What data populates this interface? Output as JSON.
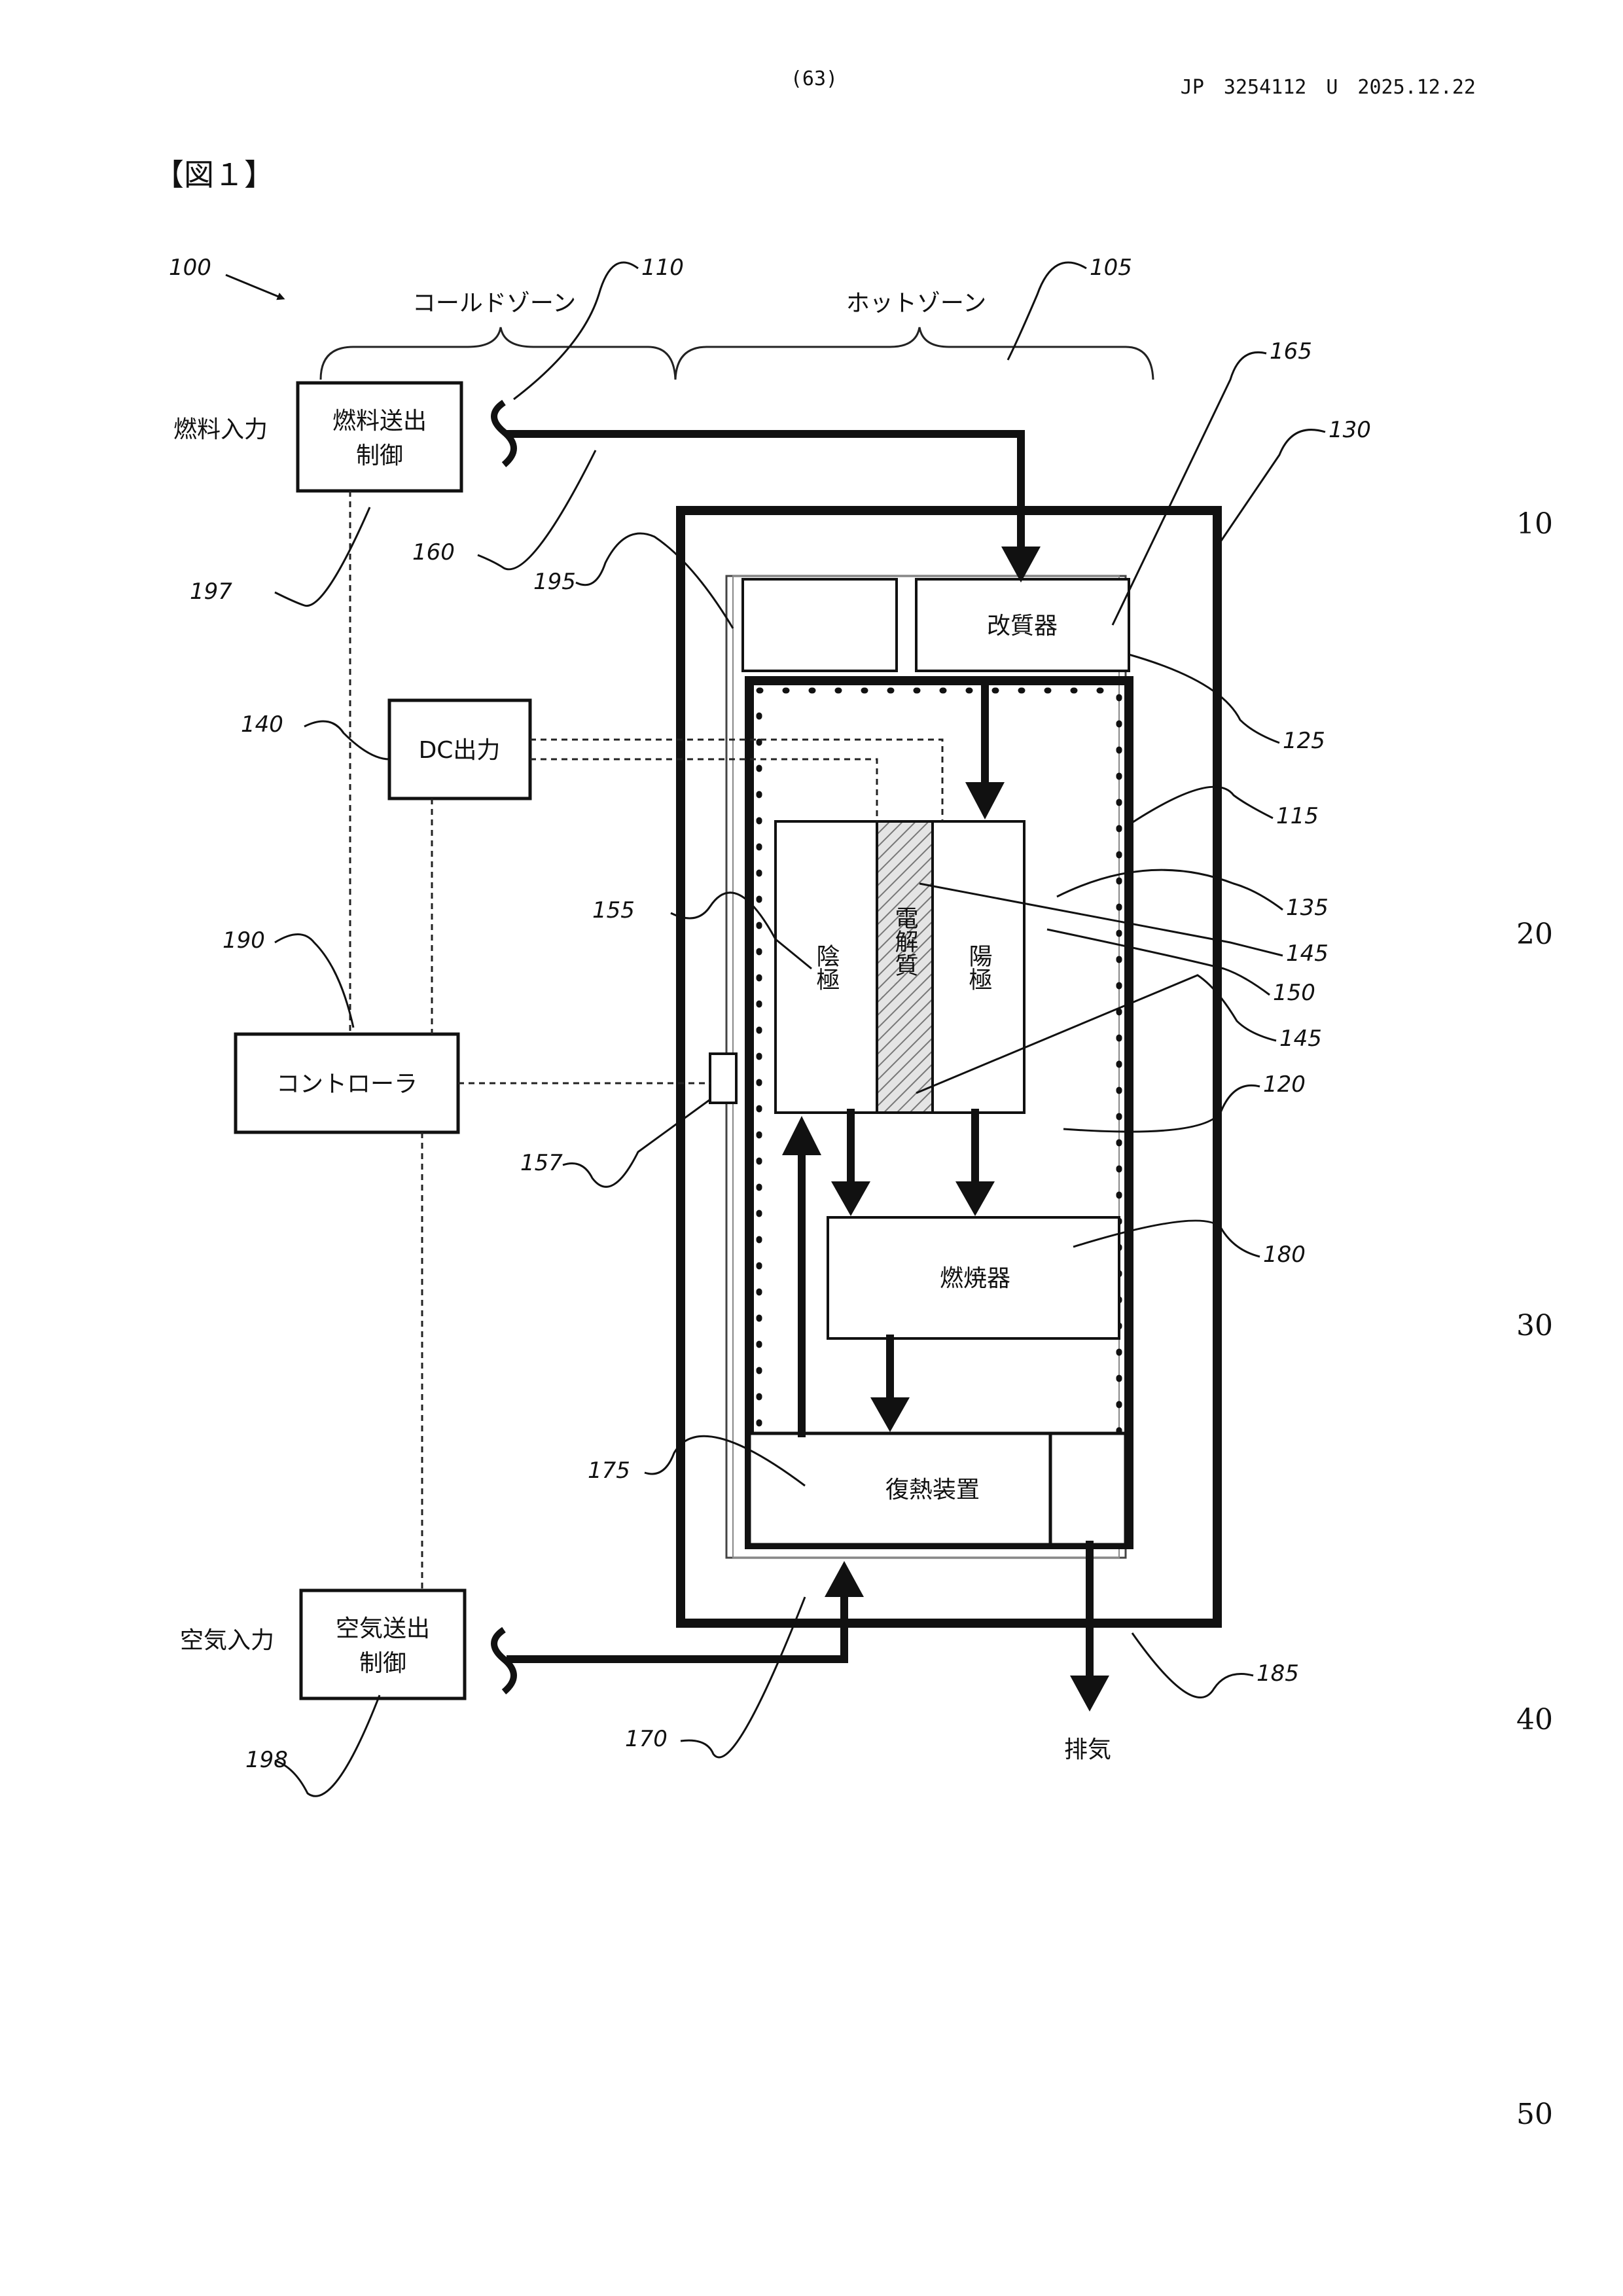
{
  "header": {
    "page_number": "(63)",
    "patent_id": "JP　3254112　U　2025.12.22"
  },
  "figure_title": "【図１】",
  "line_numbers": [
    "10",
    "20",
    "30",
    "40",
    "50"
  ],
  "zones": {
    "cold": "コールドゾーン",
    "hot": "ホットゾーン"
  },
  "inputs": {
    "fuel": "燃料入力",
    "air": "空気入力"
  },
  "boxes": {
    "fuel_ctrl_line1": "燃料送出",
    "fuel_ctrl_line2": "制御",
    "air_ctrl_line1": "空気送出",
    "air_ctrl_line2": "制御",
    "dc_output": "DC出力",
    "controller": "コントローラ",
    "reformer": "改質器",
    "cathode": "陰極",
    "electrolyte": "電解質",
    "anode": "陽極",
    "combustor": "燃焼器",
    "recuperator": "復熱装置"
  },
  "exhaust": "排気",
  "refs": {
    "r100": "100",
    "r110": "110",
    "r105": "105",
    "r165": "165",
    "r130": "130",
    "r160": "160",
    "r195": "195",
    "r197": "197",
    "r125": "125",
    "r140": "140",
    "r115": "115",
    "r135": "135",
    "r155": "155",
    "r145a": "145",
    "r190": "190",
    "r150": "150",
    "r145b": "145",
    "r120": "120",
    "r157": "157",
    "r180": "180",
    "r175": "175",
    "r185": "185",
    "r170": "170",
    "r198": "198"
  }
}
